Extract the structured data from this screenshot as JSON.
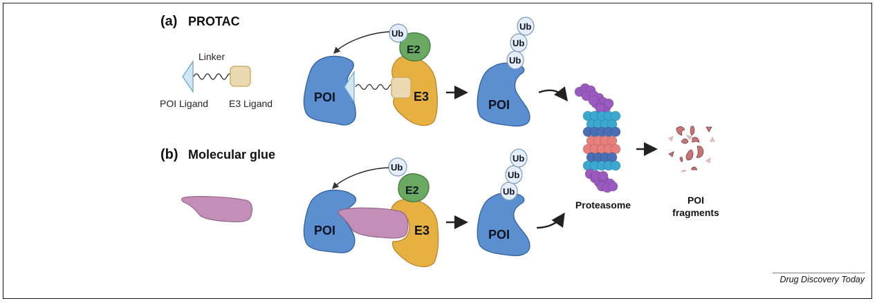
{
  "figure": {
    "panel_a": {
      "label": "(a)",
      "title": "PROTAC",
      "molecule": {
        "linker_label": "Linker",
        "poi_ligand_label": "POI Ligand",
        "e3_ligand_label": "E3 Ligand"
      },
      "complex": {
        "poi": "POI",
        "e3": "E3",
        "e2": "E2",
        "ub": "Ub"
      },
      "ubiquitinated": {
        "poi": "POI",
        "ub_chain": [
          "Ub",
          "Ub",
          "Ub"
        ]
      }
    },
    "panel_b": {
      "label": "(b)",
      "title": "Molecular glue",
      "complex": {
        "poi": "POI",
        "e3": "E3",
        "e2": "E2",
        "ub": "Ub"
      },
      "ubiquitinated": {
        "poi": "POI",
        "ub_chain": [
          "Ub",
          "Ub",
          "Ub"
        ]
      }
    },
    "proteasome_label": "Proteasome",
    "fragments_label_line1": "POI",
    "fragments_label_line2": "fragments",
    "source_credit": "Drug Discovery Today",
    "colors": {
      "poi": "#5b8fd0",
      "poi_stroke": "#2f5f9e",
      "e3": "#e7b043",
      "e3_stroke": "#b9862a",
      "e2": "#6aa961",
      "e2_stroke": "#3f7a3a",
      "ub": "#e4eef8",
      "ub_stroke": "#7d98b8",
      "glue": "#c38fb8",
      "glue_stroke": "#8e5f86",
      "ligand_poi": "#cfe6f3",
      "ligand_e3": "#ead9b3",
      "proteasome_cap": "#9b5ac0",
      "proteasome_outer": "#3aa8cf",
      "proteasome_mid": "#4a6fb5",
      "proteasome_inner": "#e77f7c",
      "fragment": "#c77677",
      "fragment_light": "#e8c6c6"
    }
  }
}
